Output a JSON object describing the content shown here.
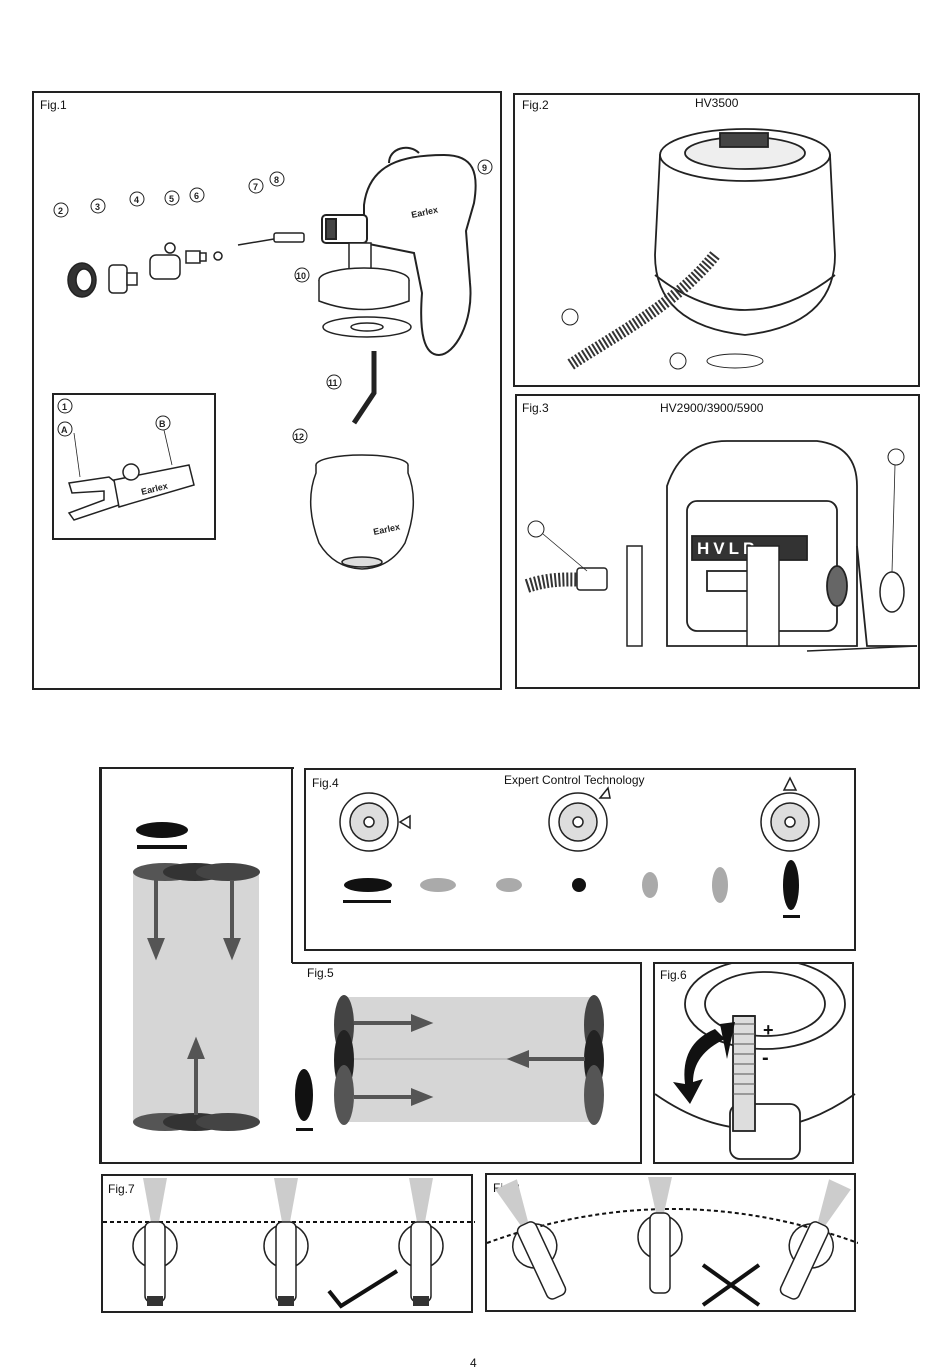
{
  "figures": {
    "fig1": {
      "label": "Fig.1",
      "parts": [
        "2",
        "3",
        "4",
        "5",
        "6",
        "7",
        "8",
        "9",
        "10",
        "11",
        "12"
      ],
      "inset": {
        "number": "1",
        "parts": [
          "A",
          "B"
        ]
      },
      "brand": "Earlex"
    },
    "fig2": {
      "label": "Fig.2",
      "model": "HV3500"
    },
    "fig3": {
      "label": "Fig.3",
      "model": "HV2900/3900/5900",
      "badge": "HVLP"
    },
    "fig4": {
      "label": "Fig.4",
      "heading": "Expert Control Technology"
    },
    "fig5": {
      "label": "Fig.5"
    },
    "fig6": {
      "label": "Fig.6",
      "plus": "+",
      "minus": "-"
    },
    "fig7": {
      "label": "Fig.7"
    },
    "fig8": {
      "label": "Fig.8"
    }
  },
  "page_number": "4"
}
